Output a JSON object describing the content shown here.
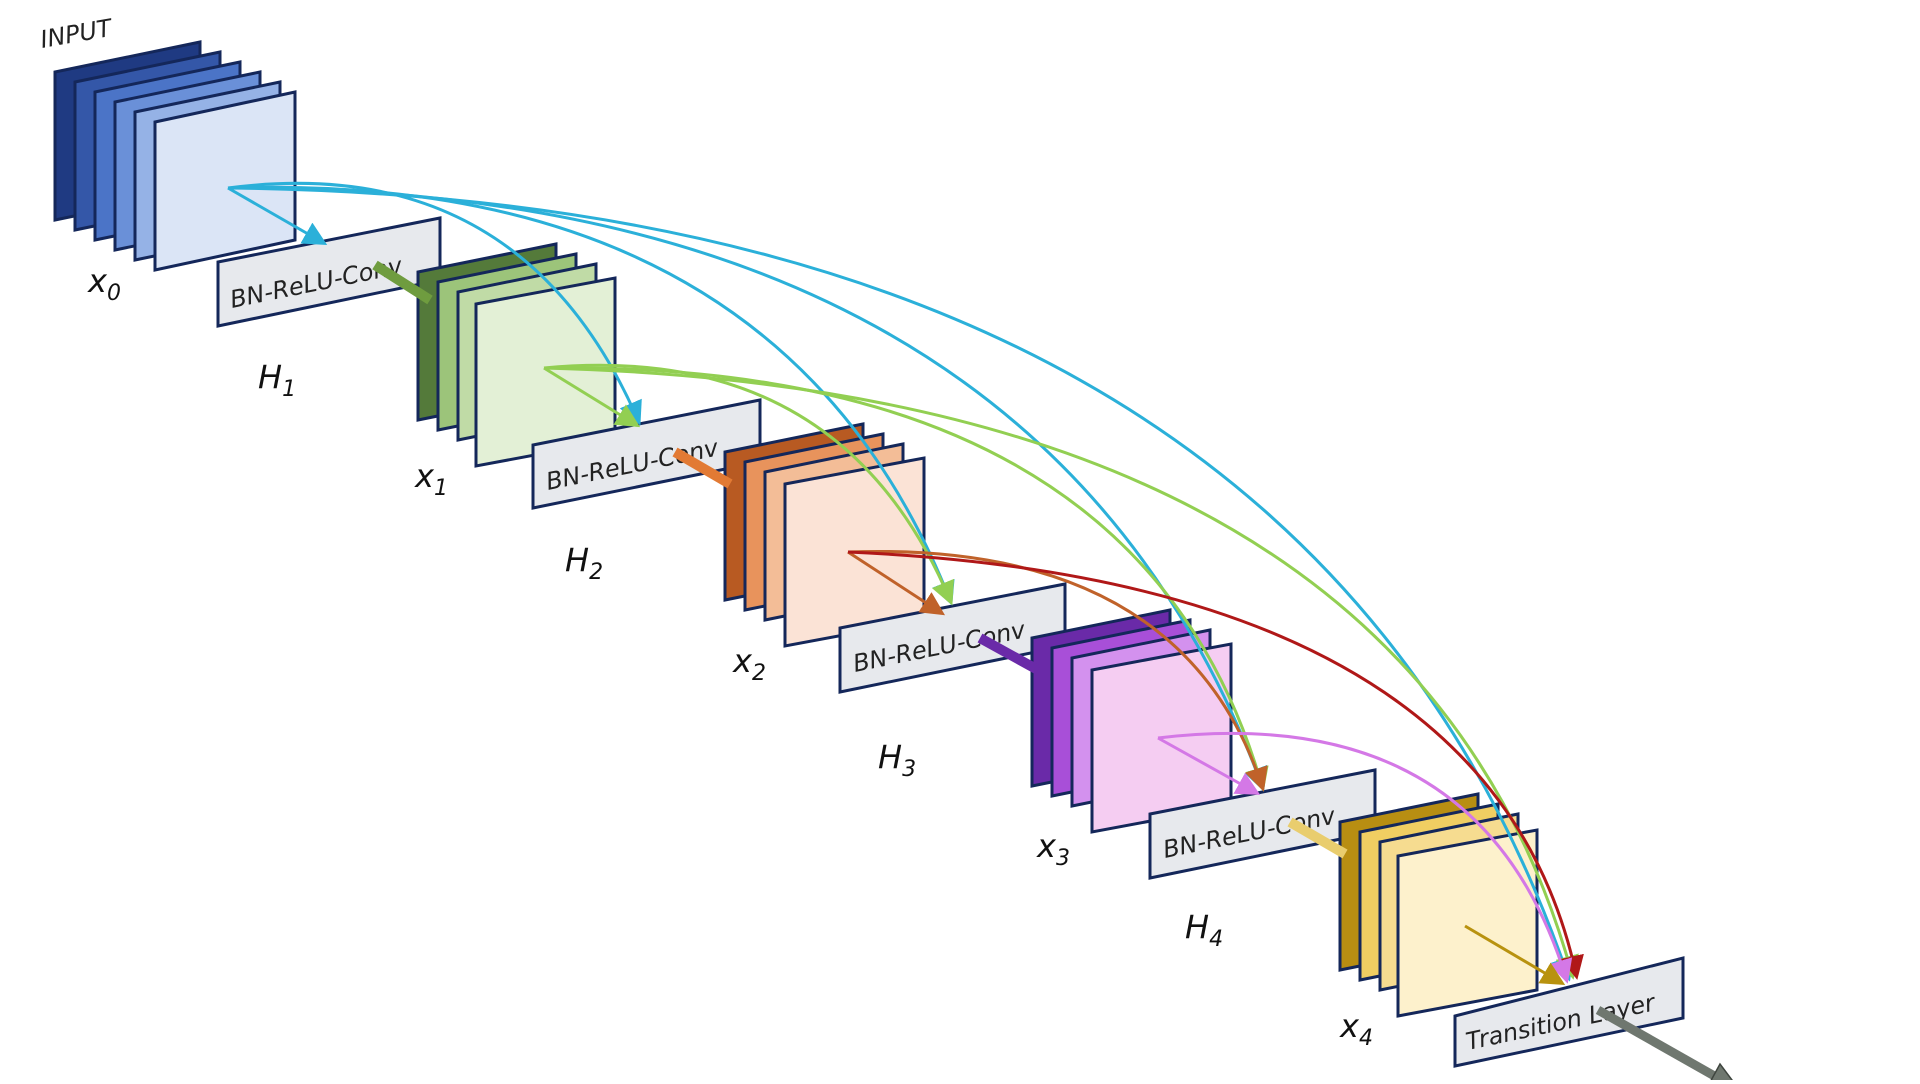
{
  "title": "INPUT",
  "colors": {
    "outline": "#14275a",
    "x0": [
      "#1f3a82",
      "#3457a8",
      "#4b74c7",
      "#6a90d8",
      "#95b2e6",
      "#dbe5f6"
    ],
    "x1": [
      "#547a3a",
      "#9cc47a",
      "#c0dba6",
      "#e3f0d6"
    ],
    "x2": [
      "#b85a22",
      "#e8935c",
      "#f3bd97",
      "#fbe3d6"
    ],
    "x3": [
      "#6a2aa8",
      "#a84fd8",
      "#d391ee",
      "#f5cdf2"
    ],
    "x4": [
      "#b88e12",
      "#f0ce62",
      "#f6dc90",
      "#fdf1cc"
    ],
    "box_fill": "#e7e9ed",
    "arrows": {
      "x0": "#2bb0d9",
      "x1": "#92cf52",
      "x2": "#c0622a",
      "x2_long": "#b01818",
      "x3": "#d478e6",
      "x4": "#b8920f",
      "output": "#6f776f"
    }
  },
  "layers": [
    {
      "name": "x0",
      "label": "x",
      "sub": "0"
    },
    {
      "name": "x1",
      "label": "x",
      "sub": "1"
    },
    {
      "name": "x2",
      "label": "x",
      "sub": "2"
    },
    {
      "name": "x3",
      "label": "x",
      "sub": "3"
    },
    {
      "name": "x4",
      "label": "x",
      "sub": "4"
    }
  ],
  "blocks": [
    {
      "box": "BN-ReLU-Conv",
      "h": "H",
      "sub": "1"
    },
    {
      "box": "BN-ReLU-Conv",
      "h": "H",
      "sub": "2"
    },
    {
      "box": "BN-ReLU-Conv",
      "h": "H",
      "sub": "3"
    },
    {
      "box": "BN-ReLU-Conv",
      "h": "H",
      "sub": "4"
    }
  ],
  "transition": "Transition Layer"
}
